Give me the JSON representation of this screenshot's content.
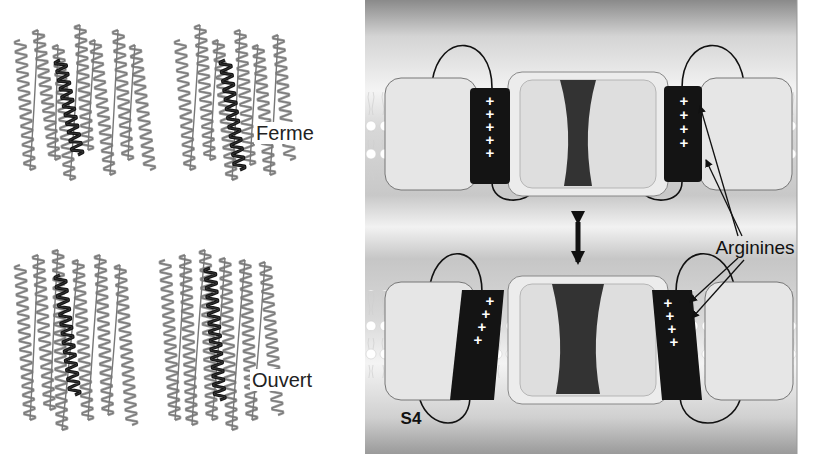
{
  "diagram": {
    "labels": [
      "Ferme",
      "+",
      "+",
      "+",
      "+",
      "+",
      "+",
      "+",
      "+",
      "+",
      "Arginines",
      "Ouvert",
      "+",
      "+",
      "+",
      "+",
      "+",
      "+",
      "+",
      "+",
      "S4"
    ]
  }
}
